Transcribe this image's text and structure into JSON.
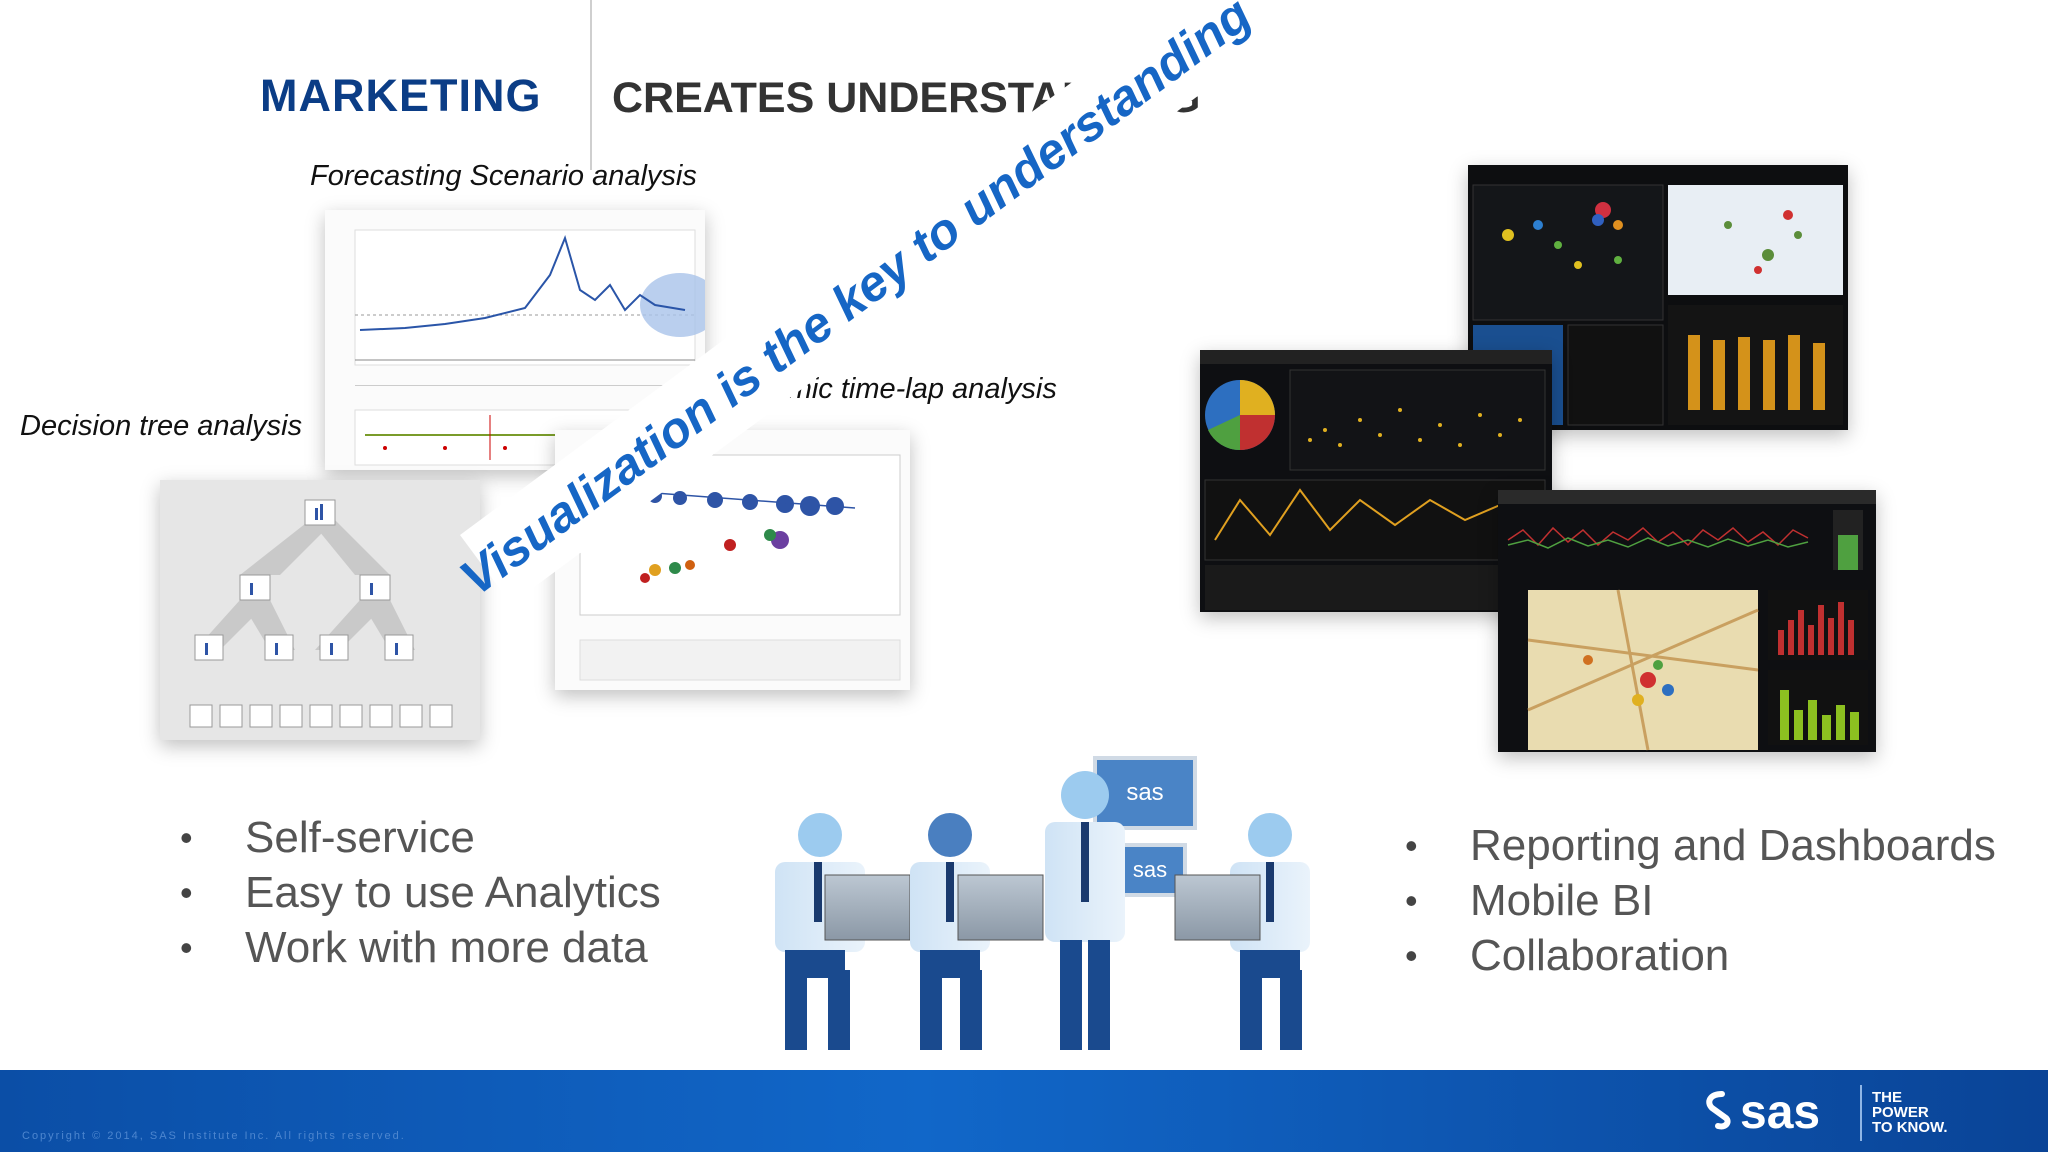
{
  "header": {
    "marketing": "MARKETING",
    "creates": "CREATES UNDERSTANDING"
  },
  "captions": {
    "forecasting": "Forecasting Scenario analysis",
    "dynamic": "Dynamic time-lap analysis",
    "decision": "Decision tree analysis"
  },
  "banner": "Visualization is the key to understanding",
  "left_bullets": [
    "Self-service",
    "Easy to use Analytics",
    "Work with more data"
  ],
  "right_bullets": [
    "Reporting and Dashboards",
    "Mobile BI",
    "Collaboration"
  ],
  "monitor_labels": [
    "sas",
    "sas"
  ],
  "footer": {
    "copyright": "Copyright © 2014, SAS Institute Inc. All rights reserved.",
    "logo": "sas",
    "tagline": [
      "THE",
      "POWER",
      "TO KNOW."
    ]
  },
  "colors": {
    "brand_navy": "#0b3d86",
    "banner_blue": "#1666c5",
    "footer_blue": "#1167c9"
  }
}
